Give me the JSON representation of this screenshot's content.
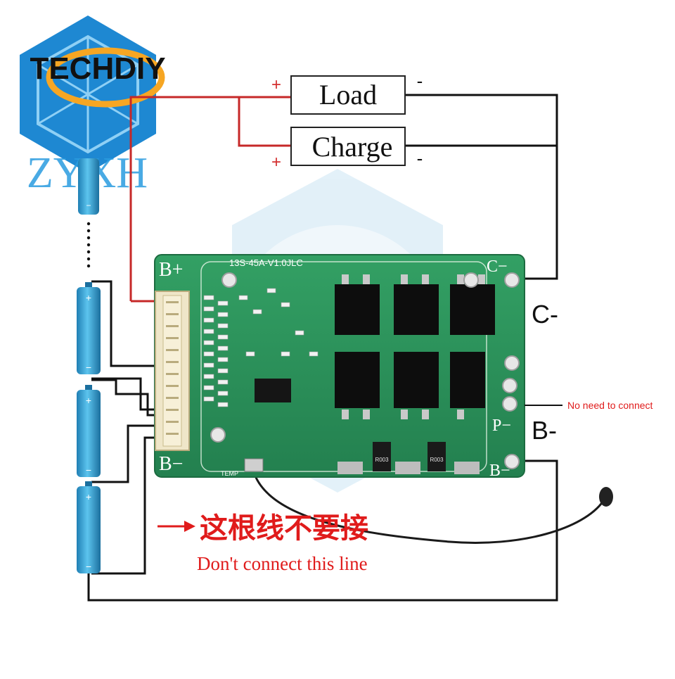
{
  "logo": {
    "brand_text": "TECHDIY",
    "watermark_text": "ZYXH"
  },
  "boxes": {
    "load_label": "Load",
    "charge_label": "Charge"
  },
  "polarity": {
    "load_plus": "+",
    "load_minus": "-",
    "charge_plus": "+",
    "charge_minus": "-"
  },
  "board": {
    "model": "13S-45A-V1.0JLC",
    "silk_b_plus": "B+",
    "silk_b_minus": "B−",
    "silk_c_minus": "C−",
    "silk_p_minus": "P−",
    "silk_b_minus_right": "B−",
    "temp_label": "TEMP",
    "resistor_code": "R003"
  },
  "terminals": {
    "c_minus": "C-",
    "b_minus": "B-"
  },
  "annotations": {
    "no_need": "No need to connect",
    "dont_cn": "这根线不要接",
    "dont_en": "Don't connect this line"
  },
  "colors": {
    "pcb": "#2e8b57",
    "wire_positive": "#c62828",
    "wire_negative": "#111111",
    "battery": "#3aa6d8",
    "annotation_red": "#e01b1b"
  }
}
